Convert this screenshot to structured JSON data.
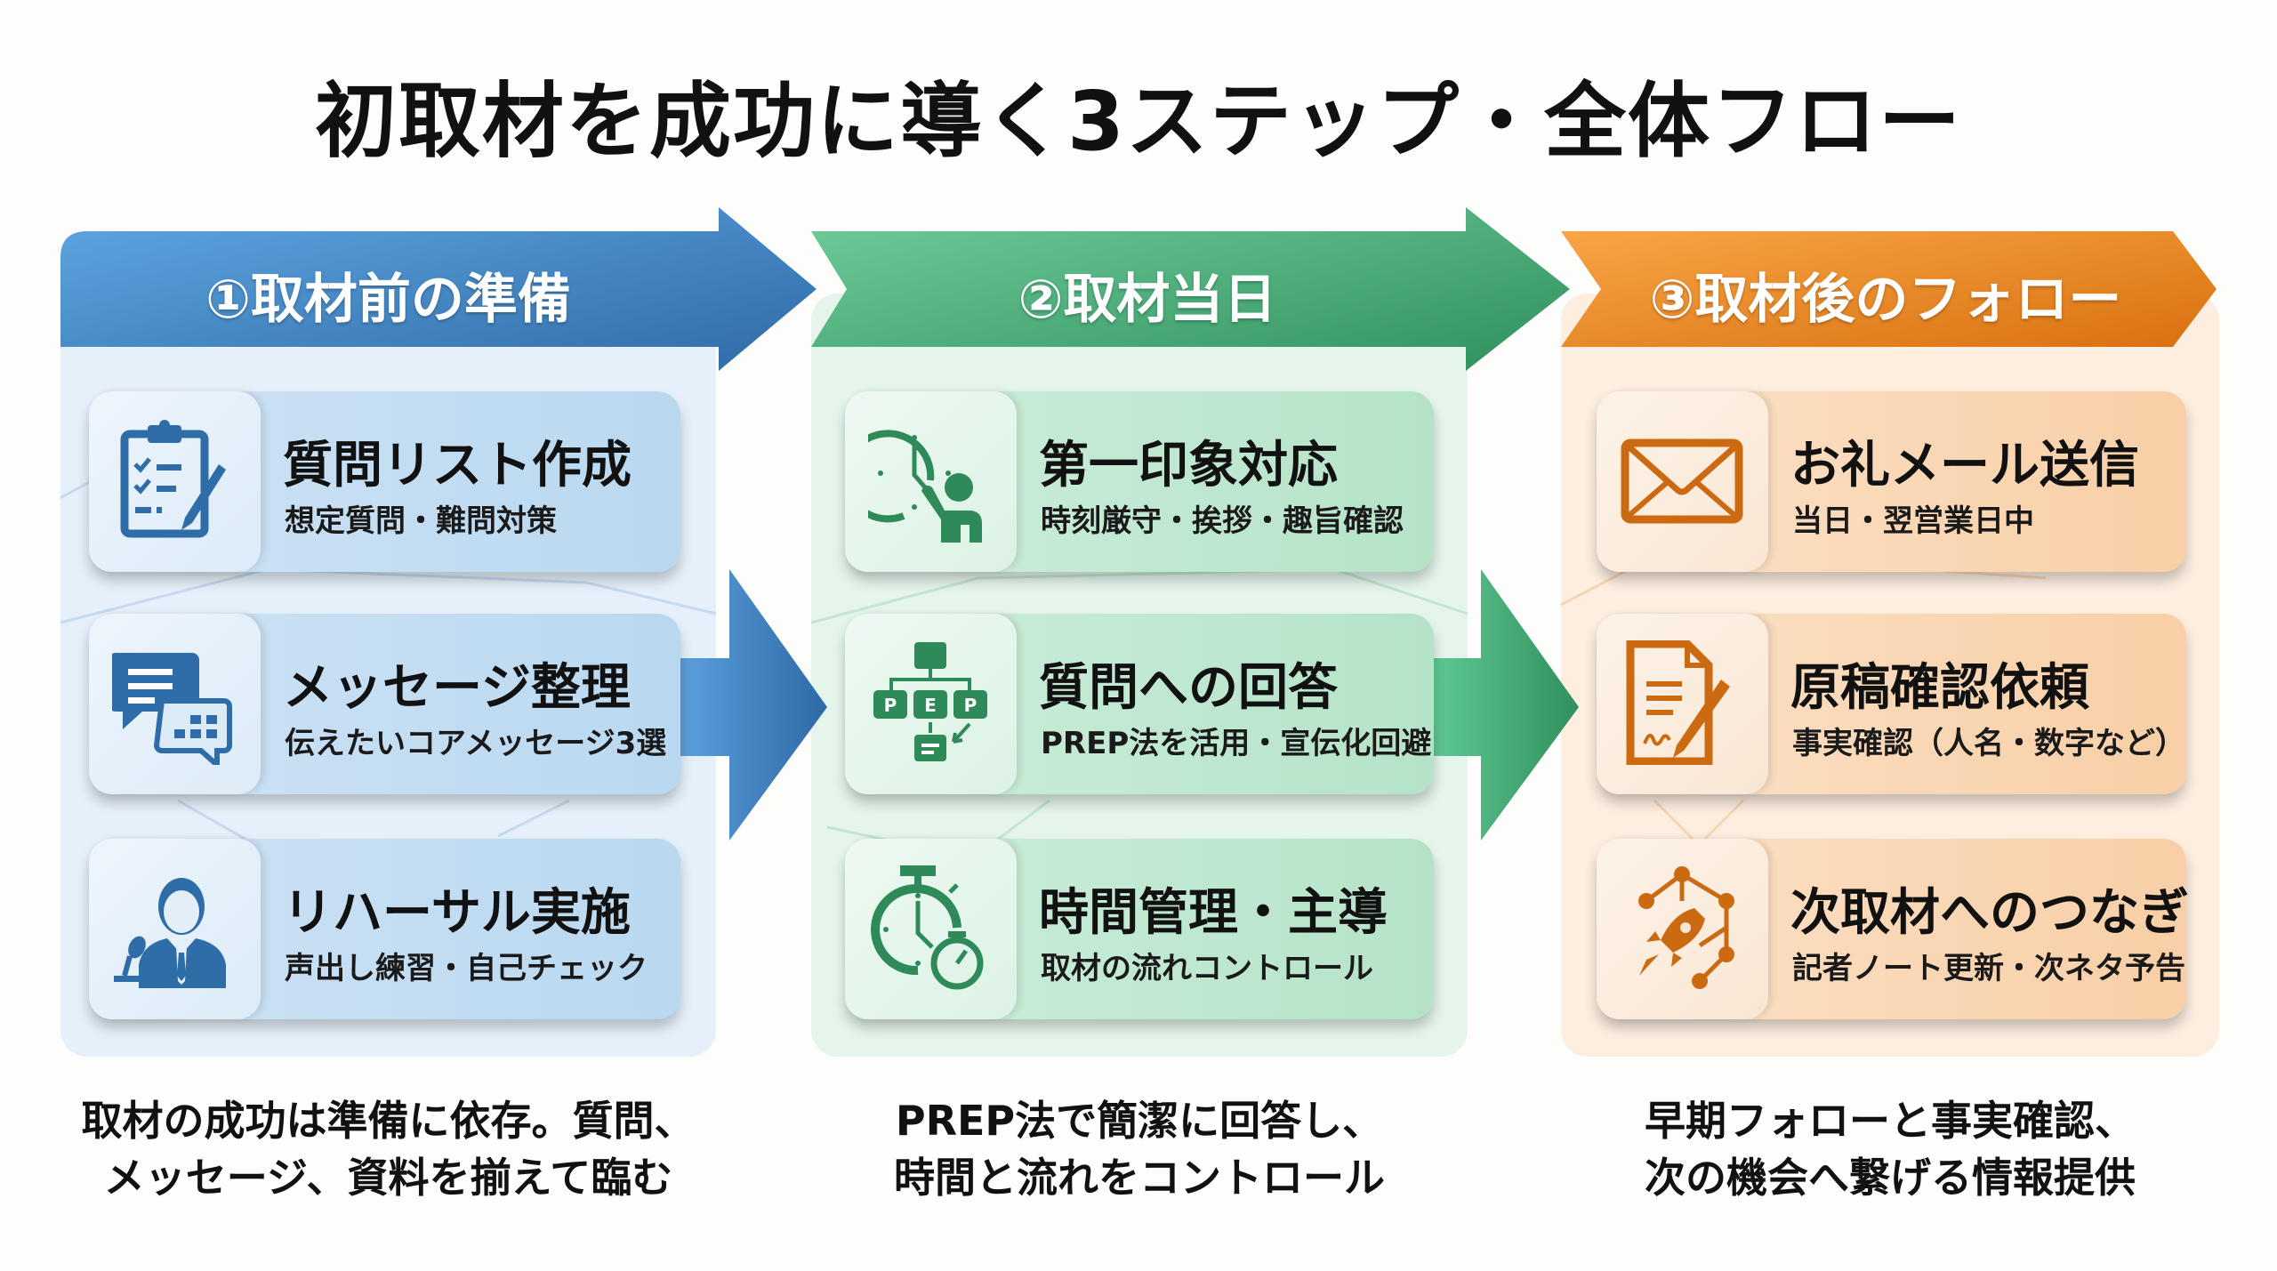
{
  "title": "初取材を成功に導く3ステップ・全体フロー",
  "colors": {
    "blue": "#3a7fc0",
    "green": "#3fa06e",
    "orange": "#e07b1f",
    "blue_icon": "#2f6da8",
    "green_icon": "#2f8a59",
    "orange_icon": "#cc6a12"
  },
  "steps": [
    {
      "header": "①取材前の準備",
      "cards": [
        {
          "icon": "clipboard-checklist-icon",
          "title": "質問リスト作成",
          "subtitle": "想定質問・難問対策"
        },
        {
          "icon": "chat-bubbles-icon",
          "title": "メッセージ整理",
          "subtitle": "伝えたいコアメッセージ3選"
        },
        {
          "icon": "speaker-microphone-icon",
          "title": "リハーサル実施",
          "subtitle": "声出し練習・自己チェック"
        }
      ],
      "caption": [
        "取材の成功は準備に依存。質問、",
        "メッセージ、資料を揃えて臨む"
      ]
    },
    {
      "header": "②取材当日",
      "cards": [
        {
          "icon": "clock-person-icon",
          "title": "第一印象対応",
          "subtitle": "時刻厳守・挨拶・趣旨確認"
        },
        {
          "icon": "prep-flowchart-icon",
          "title": "質問への回答",
          "subtitle": "PREP法を活用・宣伝化回避",
          "icon_letters": [
            "P",
            "E",
            "P"
          ]
        },
        {
          "icon": "stopwatch-icon",
          "title": "時間管理・主導",
          "subtitle": "取材の流れコントロール"
        }
      ],
      "caption": [
        "PREP法で簡潔に回答し、",
        "時間と流れをコントロール"
      ]
    },
    {
      "header": "③取材後のフォロー",
      "cards": [
        {
          "icon": "envelope-icon",
          "title": "お礼メール送信",
          "subtitle": "当日・翌営業日中"
        },
        {
          "icon": "document-pen-icon",
          "title": "原稿確認依頼",
          "subtitle": "事実確認（人名・数字など）"
        },
        {
          "icon": "rocket-network-icon",
          "title": "次取材へのつなぎ",
          "subtitle": "記者ノート更新・次ネタ予告"
        }
      ],
      "caption": [
        "早期フォローと事実確認、",
        "次の機会へ繋げる情報提供"
      ]
    }
  ]
}
